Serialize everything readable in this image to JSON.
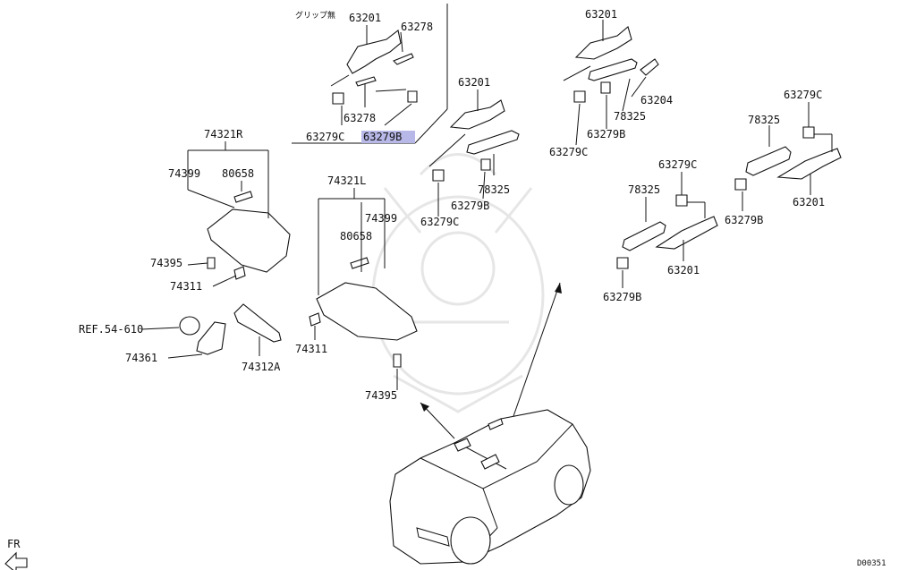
{
  "header_note": "グリップ無",
  "diagram_id": "D00351",
  "front_marker": "FR",
  "highlighted_part": "63279B",
  "accent_color": "#b8b8e8",
  "labels": {
    "l63201_a": "63201",
    "l63278_a": "63278",
    "l63278_b": "63278",
    "l63279c_a": "63279C",
    "l63279b_a": "63279B",
    "l63201_b": "63201",
    "l63279c_b": "63279C",
    "l63279b_b": "63279B",
    "l78325_a": "78325",
    "l63201_c": "63201",
    "l63204": "63204",
    "l78325_b": "78325",
    "l63279b_c": "63279B",
    "l63279c_c": "63279C",
    "l63279c_d": "63279C",
    "l78325_c": "78325",
    "l63279b_d": "63279B",
    "l63201_d": "63201",
    "l63279c_e": "63279C",
    "l78325_d": "78325",
    "l63279b_e": "63279B",
    "l63201_e": "63201",
    "l74321r": "74321R",
    "l74399_a": "74399",
    "l80658_a": "80658",
    "l74395_a": "74395",
    "l74311_a": "74311",
    "lref": "REF.54-610",
    "l74361": "74361",
    "l74312a": "74312A",
    "l74321l": "74321L",
    "l74399_b": "74399",
    "l80658_b": "80658",
    "l74311_b": "74311",
    "l74395_b": "74395"
  }
}
